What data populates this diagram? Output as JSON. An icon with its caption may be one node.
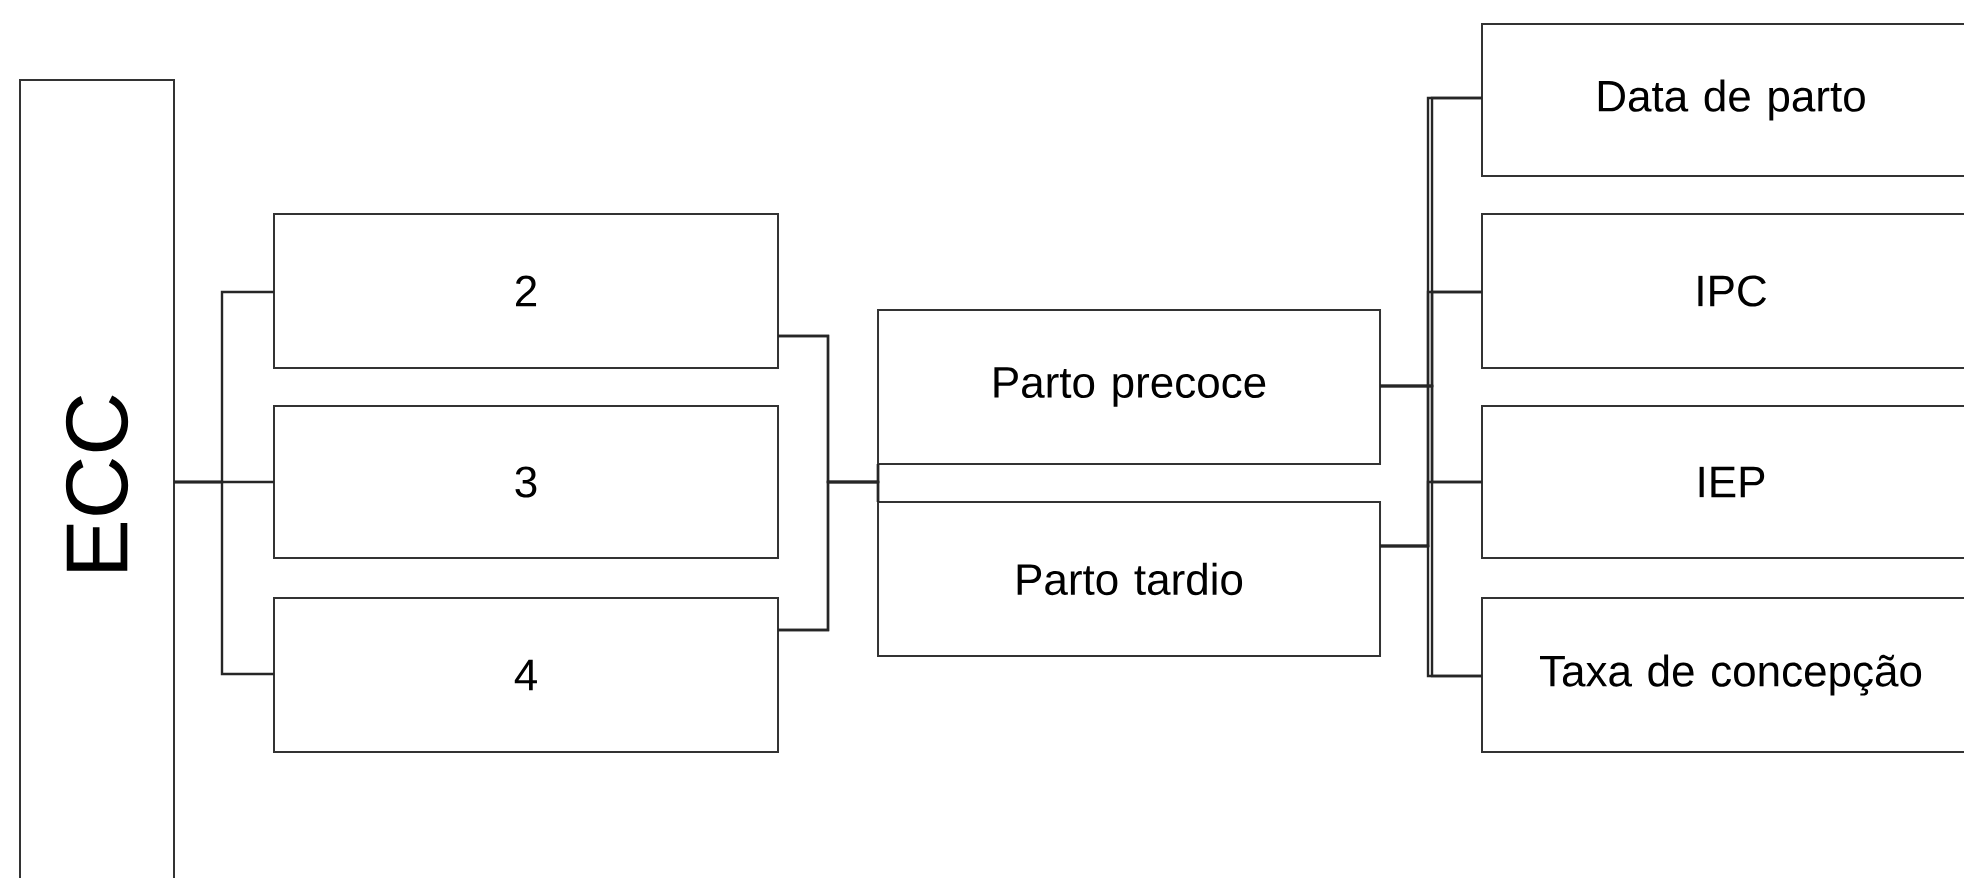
{
  "diagram": {
    "nodes": [
      {
        "text": [
          "ECC"
        ]
      },
      {
        "text": [
          "2"
        ]
      },
      {
        "text": [
          "3"
        ]
      },
      {
        "text": [
          "4"
        ]
      },
      {
        "text": [
          "Parto precoce"
        ]
      },
      {
        "text": [
          "Parto tardio"
        ]
      },
      {
        "text": [
          "Data de parto"
        ]
      },
      {
        "text": [
          "IPC"
        ]
      },
      {
        "text": [
          "IEP"
        ]
      },
      {
        "text": [
          "Taxa de concepção"
        ]
      }
    ],
    "edges": [
      {
        "from": 0,
        "to": 1,
        "arrow": "none"
      },
      {
        "from": 0,
        "to": 2,
        "arrow": "none"
      },
      {
        "from": 0,
        "to": 3,
        "arrow": "none"
      },
      {
        "from": 1,
        "to": 4,
        "arrow": "none"
      },
      {
        "from": 1,
        "to": 5,
        "arrow": "none"
      },
      {
        "from": 3,
        "to": 4,
        "arrow": "none"
      },
      {
        "from": 3,
        "to": 5,
        "arrow": "none"
      },
      {
        "from": 4,
        "to": 6,
        "arrow": "none"
      },
      {
        "from": 4,
        "to": 7,
        "arrow": "none"
      },
      {
        "from": 4,
        "to": 8,
        "arrow": "none"
      },
      {
        "from": 4,
        "to": 9,
        "arrow": "none"
      },
      {
        "from": 5,
        "to": 6,
        "arrow": "none"
      },
      {
        "from": 5,
        "to": 7,
        "arrow": "none"
      },
      {
        "from": 5,
        "to": 8,
        "arrow": "none"
      },
      {
        "from": 5,
        "to": 9,
        "arrow": "none"
      }
    ]
  }
}
